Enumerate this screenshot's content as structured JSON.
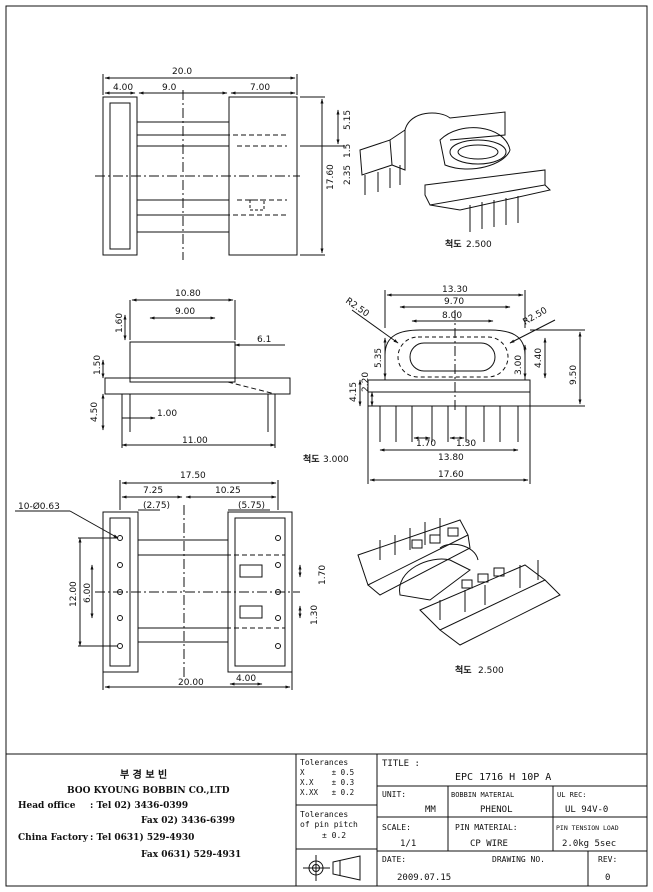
{
  "views": {
    "top": {
      "dims": [
        "20.0",
        "4.00",
        "9.0",
        "7.00",
        "5.15",
        "17.60",
        "2.35",
        "1.5"
      ]
    },
    "iso_top_scale": "2.500",
    "front": {
      "dims": [
        "10.80",
        "9.00",
        "1.60",
        "6.1",
        "1.50",
        "4.50",
        "1.00",
        "11.00"
      ]
    },
    "side": {
      "dims": [
        "13.30",
        "9.70",
        "8.00",
        "R2.50",
        "R2.50",
        "5.35",
        "3.00",
        "4.40",
        "9.50",
        "4.15",
        "2.20",
        "1.70",
        "1.30",
        "13.80",
        "17.60"
      ]
    },
    "mid_scale": "3.000",
    "bottom": {
      "dims": [
        "17.50",
        "7.25",
        "10.25",
        "(2.75)",
        "(5.75)",
        "10-Ø0.63",
        "12.00",
        "6.00",
        "1.70",
        "1.30",
        "20.00",
        "4.00"
      ]
    },
    "iso_bottom_scale": "2.500",
    "scale_label": "척도"
  },
  "title_block": {
    "company_ko": "부 경 보 빈",
    "company_en": "BOO KYOUNG BOBBIN CO.,LTD",
    "head_office_label": "Head office",
    "head_tel": ": Tel  02) 3436-0399",
    "head_fax": "Fax  02) 3436-6399",
    "china_label": "China Factory",
    "china_tel": ": Tel 0631) 529-4930",
    "china_fax": "Fax 0631) 529-4931",
    "tolerances_label": "Tolerances",
    "tol_rows": [
      "X      ± 0.5",
      "X.X    ± 0.3",
      "X.XX   ± 0.2"
    ],
    "tol_pin_1": "Tolerances",
    "tol_pin_2": "of pin pitch",
    "tol_pin_3": "± 0.2",
    "title_label": "TITLE :",
    "title_value": "EPC 1716 H 10P A",
    "unit_label": "UNIT:",
    "unit_value": "MM",
    "bobbin_label": "BOBBIN MATERIAL",
    "bobbin_value": "PHENOL",
    "ul_label": "UL REC:",
    "ul_value": "UL 94V-0",
    "scale_label": "SCALE:",
    "scale_value": "1/1",
    "pinmat_label": "PIN MATERIAL:",
    "pinmat_value": "CP WIRE",
    "tension_label": "PIN TENSION LOAD",
    "tension_value": "2.0kg 5sec",
    "date_label": "DATE:",
    "date_value": "2009.07.15",
    "drawing_label": "DRAWING NO.",
    "rev_label": "REV:",
    "rev_value": "0"
  }
}
